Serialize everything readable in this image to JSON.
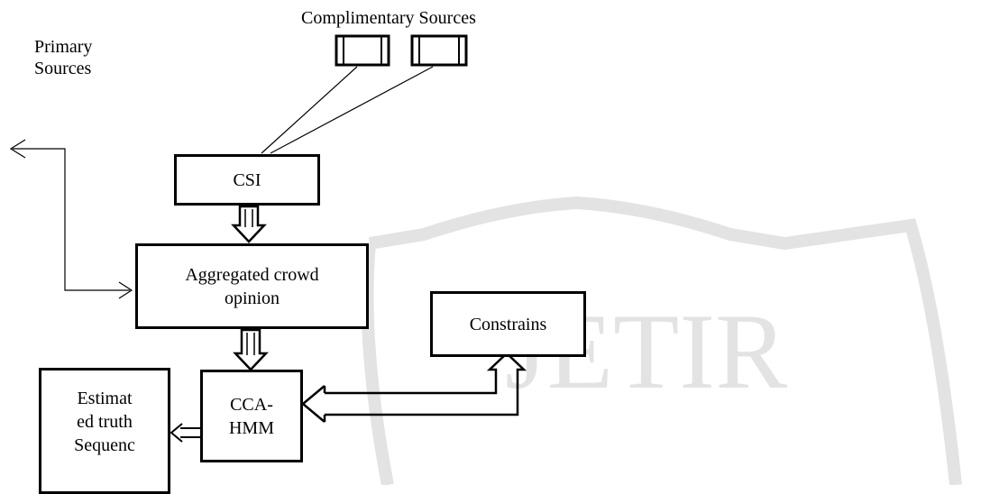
{
  "labels": {
    "complimentary_sources": "Complimentary Sources",
    "primary_sources": "Primary\nSources"
  },
  "boxes": {
    "csi": "CSI",
    "aggregated": "Aggregated crowd opinion",
    "constrains": "Constrains",
    "cca_hmm_line1": "CCA-",
    "cca_hmm_line2": "HMM",
    "estimated_line1": "Estimat",
    "estimated_line2": "ed truth",
    "estimated_line3": "Sequenc"
  },
  "watermark": {
    "text": "JETIR"
  }
}
